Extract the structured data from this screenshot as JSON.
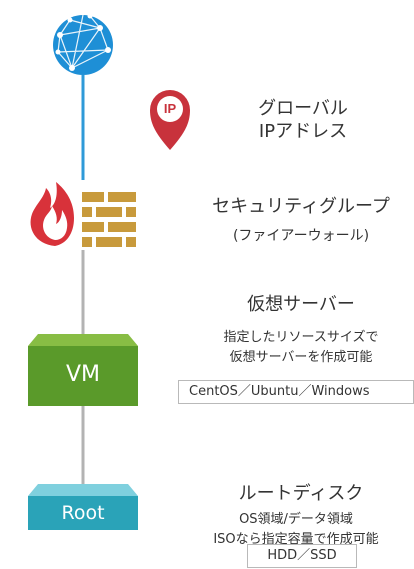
{
  "nodes": {
    "global_ip": {
      "title_line1": "グローバル",
      "title_line2": "IPアドレス",
      "badge": "IP"
    },
    "security_group": {
      "title": "セキュリティグループ",
      "subtitle": "(ファイアーウォール)"
    },
    "vm": {
      "title": "仮想サーバー",
      "desc_line1": "指定したリソースサイズで",
      "desc_line2": "仮想サーバーを作成可能",
      "os_box": "CentOS／Ubuntu／Windows",
      "shape_label": "VM"
    },
    "root_disk": {
      "title": "ルートディスク",
      "desc_line1": "OS領域/データ領域",
      "desc_line2": "ISOなら指定容量で作成可能",
      "storage_box": "HDD／SSD",
      "shape_label": "Root"
    }
  },
  "colors": {
    "globe": "#1e8fd6",
    "line_top": "#2e9ad8",
    "line_bottom": "#b3b3b3",
    "pin": "#c8323c",
    "fire": "#d8323a",
    "brick": "#c89a3c",
    "vm_front": "#5a9a2a",
    "vm_top": "#88bd44",
    "root_front": "#2aa3b8",
    "root_top": "#7fd0de"
  }
}
